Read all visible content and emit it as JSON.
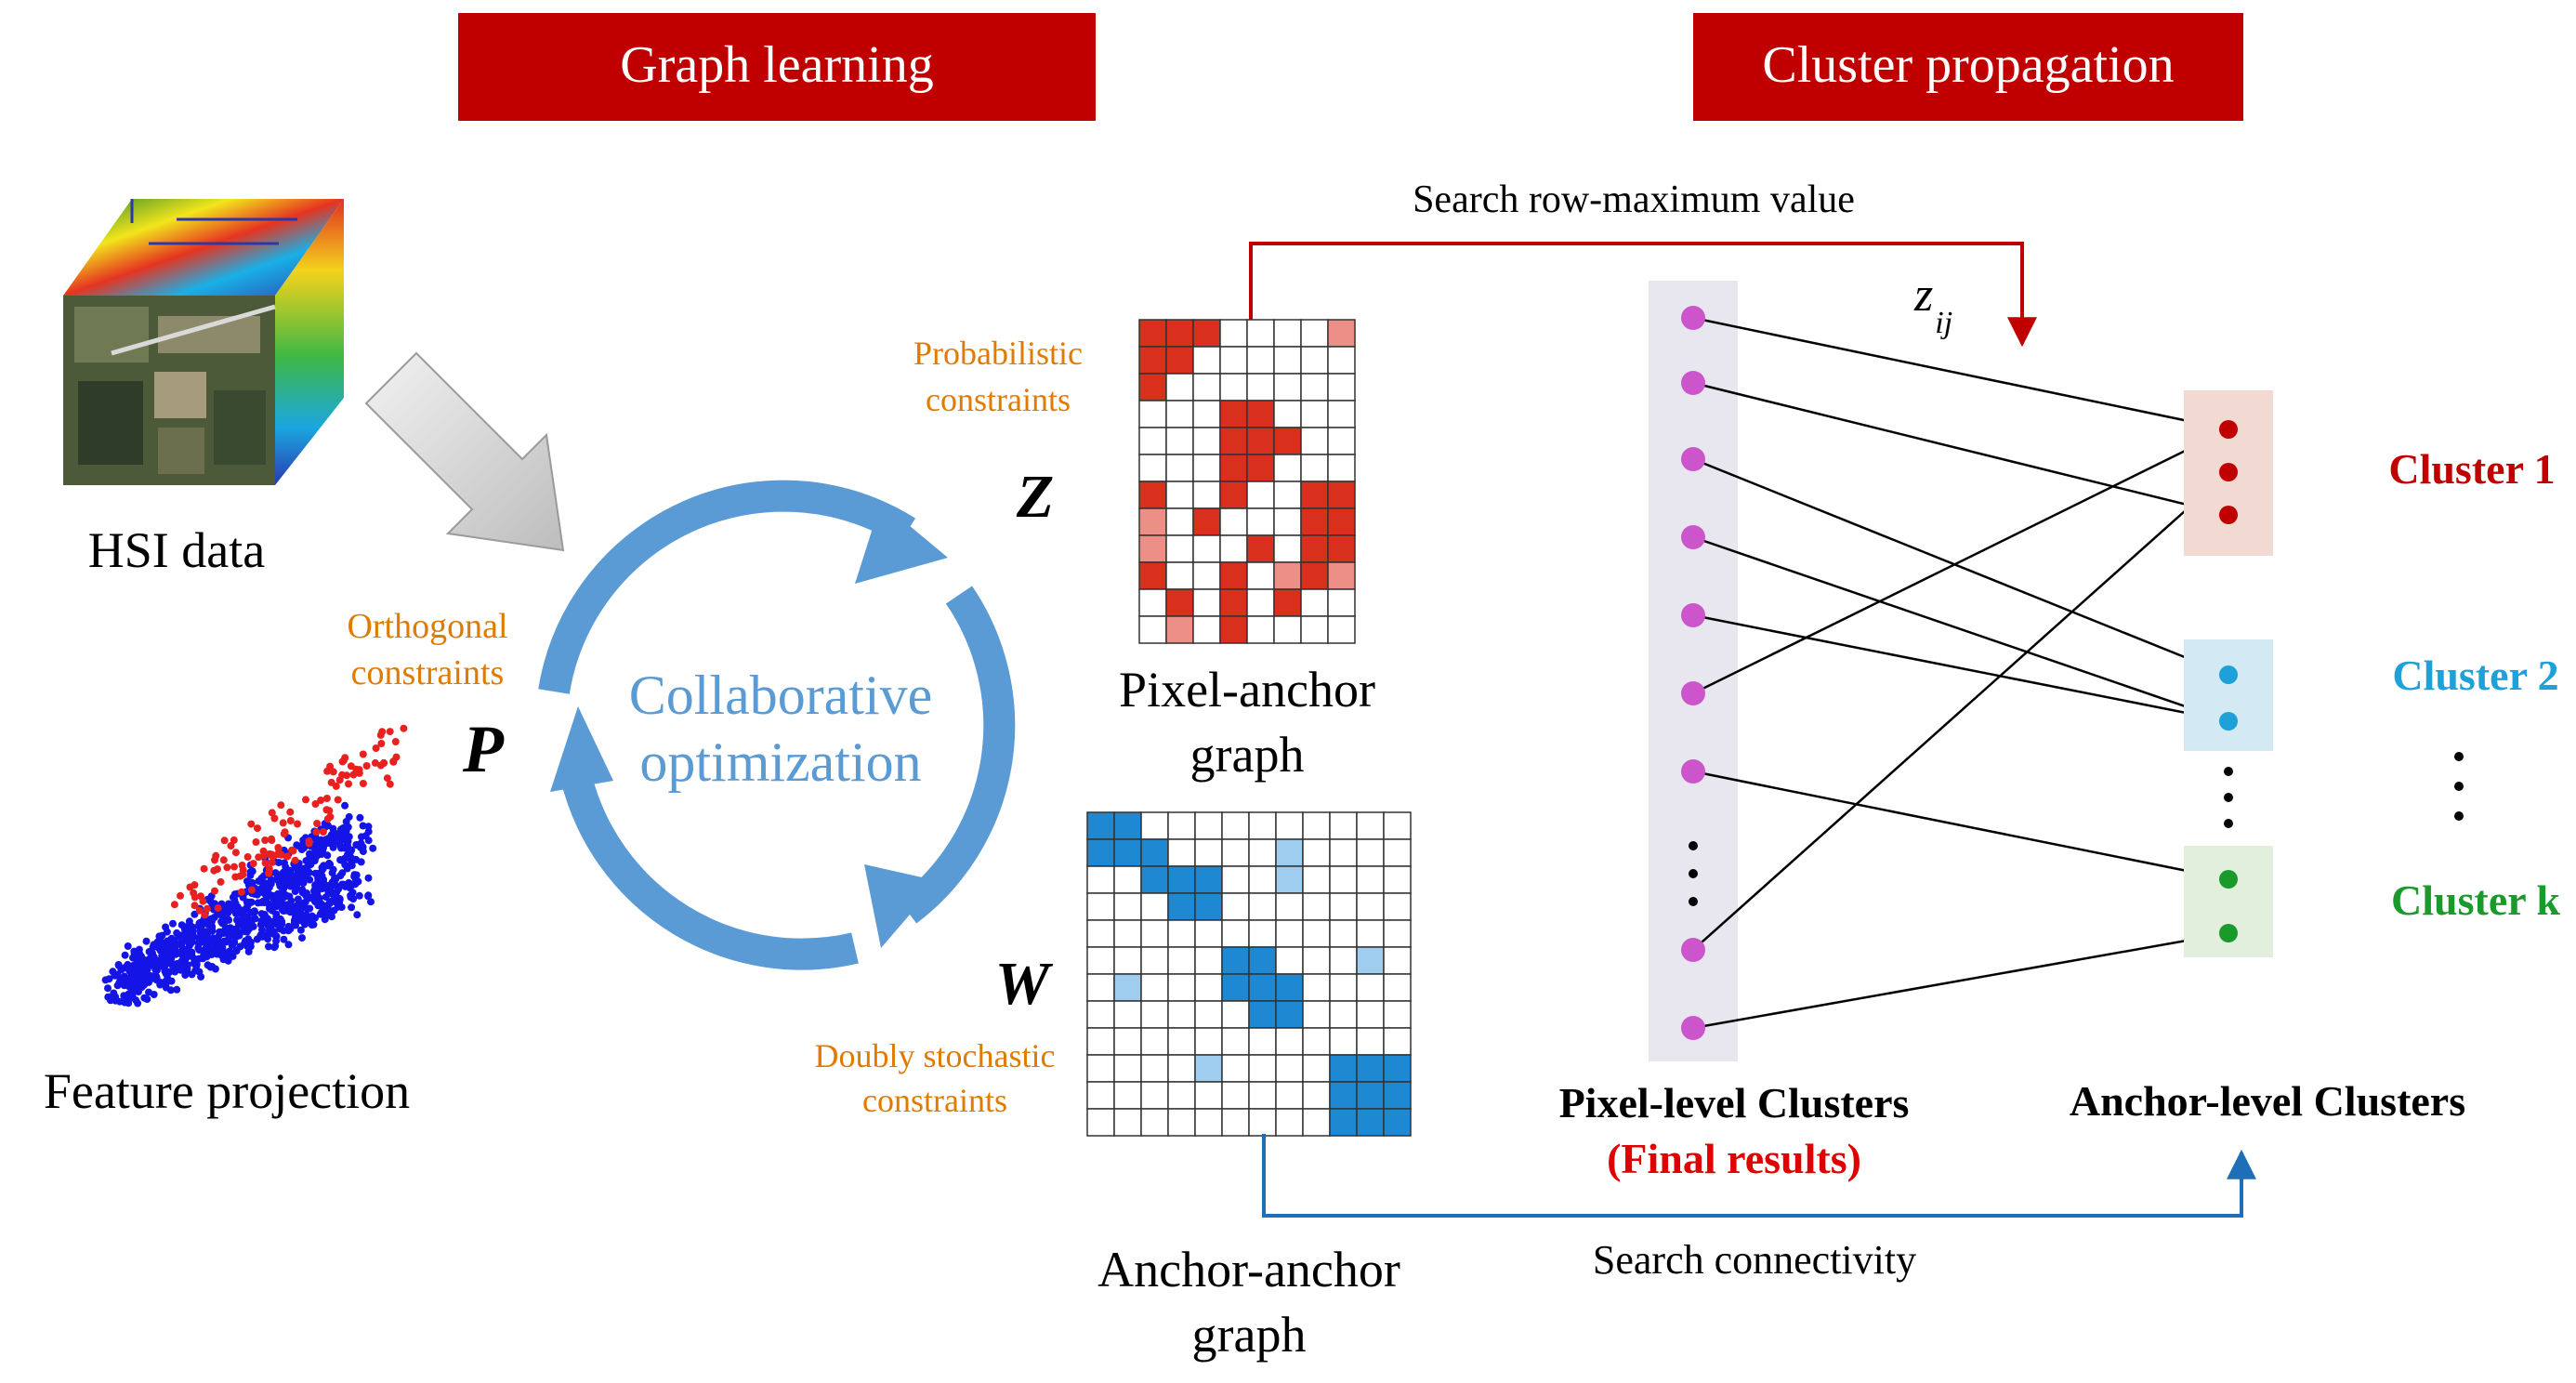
{
  "header": {
    "graph_learning": "Graph learning",
    "cluster_propagation": "Cluster propagation"
  },
  "colors": {
    "banner_red": "#c00000",
    "orange_text": "#e07b00",
    "cycle_blue": "#5b9bd5",
    "red_matrix": "#d9301e",
    "light_red_matrix": "#ec8f86",
    "blue_matrix": "#1f88d2",
    "light_blue_matrix": "#9fcdef",
    "pixel_node": "#cc55cc",
    "cluster1": "#c00000",
    "cluster2": "#1ea0d8",
    "clusterk": "#1a9a2a"
  },
  "labels": {
    "hsi_data": "HSI data",
    "feature_projection": "Feature projection",
    "orthogonal_line1": "Orthogonal",
    "orthogonal_line2": "constraints",
    "p_symbol": "P",
    "collab_line1": "Collaborative",
    "collab_line2": "optimization",
    "prob_line1": "Probabilistic",
    "prob_line2": "constraints",
    "z_symbol": "Z",
    "w_symbol": "W",
    "doubly_line1": "Doubly stochastic",
    "doubly_line2": "constraints",
    "pixel_anchor_line1": "Pixel-anchor",
    "pixel_anchor_line2": "graph",
    "anchor_anchor_line1": "Anchor-anchor",
    "anchor_anchor_line2": "graph",
    "search_row_max": "Search row-maximum value",
    "z_ij_base": "z",
    "z_ij_sub": "ij",
    "search_connectivity": "Search connectivity",
    "pixel_level_clusters": "Pixel-level Clusters",
    "final_results": "(Final results)",
    "anchor_level_clusters": "Anchor-level Clusters",
    "cluster1": "Cluster 1",
    "cluster2": "Cluster 2",
    "clusterk": "Cluster k"
  },
  "icons": {
    "hsi_cube": "hyperspectral-data-cube-image",
    "scatter": "feature-projection-scatter-plot-image",
    "gray_arrow": "gray-block-arrow-icon",
    "cycle_arrows": "circular-cycle-arrows-icon"
  }
}
